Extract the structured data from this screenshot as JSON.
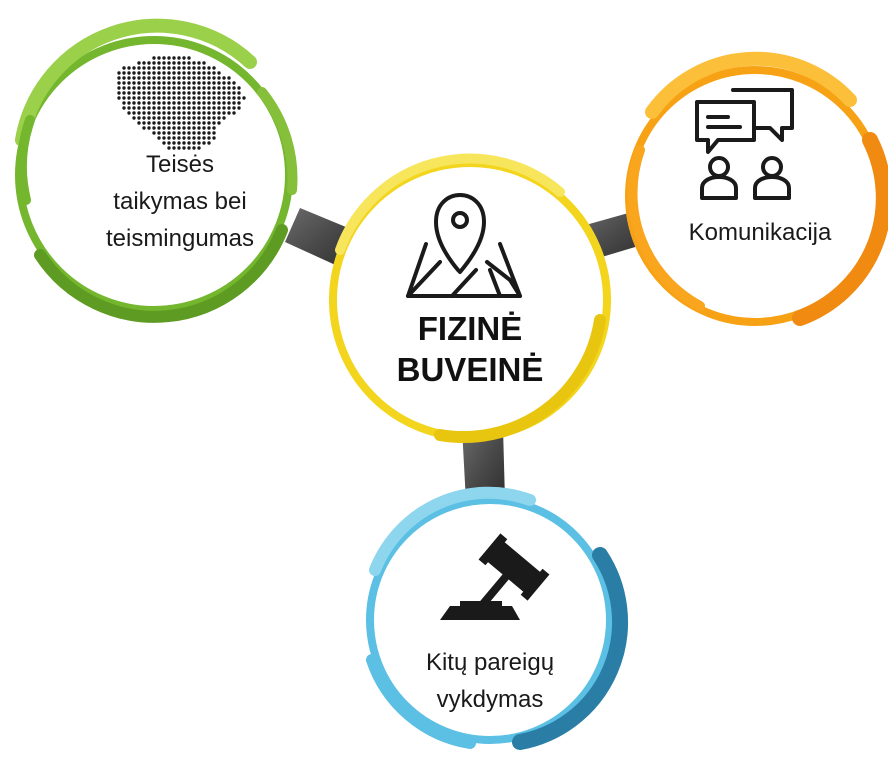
{
  "center": {
    "line1": "FIZINĖ",
    "line2": "BUVEINĖ",
    "icon": "map-pin-icon",
    "color": "#F2D51C"
  },
  "nodes": [
    {
      "key": "left",
      "line1": "Teisės",
      "line2": "taikymas bei",
      "line3": "teismingumas",
      "icon": "lithuania-map-icon",
      "color": "#74B62E"
    },
    {
      "key": "right",
      "line1": "Komunikacija",
      "icon": "conversation-icon",
      "color": "#F7A214"
    },
    {
      "key": "bottom",
      "line1": "Kitų pareigų",
      "line2": "vykdymas",
      "icon": "gavel-icon",
      "color": "#5BC0E4"
    }
  ],
  "connector_color": "#4a4a4a"
}
